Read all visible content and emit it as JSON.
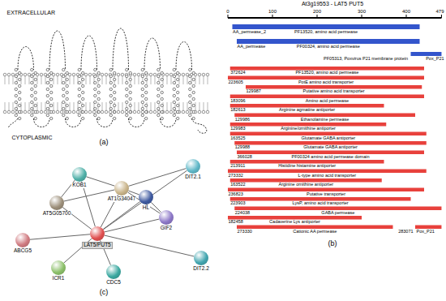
{
  "diagram": {
    "nodes": [
      {
        "text": [
          "DIT2.1"
        ]
      },
      {
        "text": [
          "KOB1"
        ]
      },
      {
        "text": [
          "AT1G34047"
        ]
      },
      {
        "text": [
          "HL"
        ]
      },
      {
        "text": [
          "AT5G05700"
        ]
      },
      {
        "text": [
          "GIF2"
        ]
      },
      {
        "text": [
          "LAT5/PUT5"
        ]
      },
      {
        "text": [
          "ABCG5"
        ]
      },
      {
        "text": [
          "DIT2.2"
        ]
      },
      {
        "text": [
          "ICR1"
        ]
      },
      {
        "text": [
          "CDC5"
        ]
      }
    ],
    "edges": [
      {
        "from": 6,
        "to": 0,
        "arrow": "none"
      },
      {
        "from": 6,
        "to": 1,
        "arrow": "none"
      },
      {
        "from": 6,
        "to": 2,
        "arrow": "none"
      },
      {
        "from": 6,
        "to": 3,
        "arrow": "none"
      },
      {
        "from": 6,
        "to": 4,
        "arrow": "none"
      },
      {
        "from": 6,
        "to": 5,
        "arrow": "none"
      },
      {
        "from": 6,
        "to": 7,
        "arrow": "none"
      },
      {
        "from": 6,
        "to": 8,
        "arrow": "none"
      },
      {
        "from": 6,
        "to": 9,
        "arrow": "none"
      },
      {
        "from": 6,
        "to": 10,
        "arrow": "none"
      },
      {
        "from": 2,
        "to": 0,
        "arrow": "none"
      },
      {
        "from": 2,
        "to": 3,
        "arrow": "none"
      },
      {
        "from": 2,
        "to": 5,
        "arrow": "none"
      },
      {
        "from": 1,
        "to": 2,
        "arrow": "none"
      },
      {
        "from": 4,
        "to": 2,
        "arrow": "none"
      },
      {
        "from": 1,
        "to": 4,
        "arrow": "none"
      },
      {
        "from": 3,
        "to": 5,
        "arrow": "none"
      }
    ],
    "labels": [
      "EXTRACELLULAR",
      "CYTOPLASMIC",
      "(a)",
      "At3g19553 - LAT5 PUT5",
      "0",
      "100",
      "200",
      "300",
      "400",
      "479",
      "AA_permease_2",
      "PF13520, amino acid permease",
      "AA_permease",
      "PF00324, amino acid permease",
      "PF05313, Poxvirus P21 membrane protein",
      "Pox_P21",
      "372624",
      "PF13520, amino acid permease",
      "223605",
      "PotE amino acid transporter",
      "129987",
      "Putative amino acid transporter",
      "183096",
      "Amino acid permease",
      "182613",
      "Arginine agmatine antiporter",
      "129986",
      "Ethanolamine permease",
      "129983",
      "Arginine/ornithine antiporter",
      "163525",
      "Glutamate GABA antiporter",
      "129988",
      "Glutamate GABA antiporter",
      "366028",
      "PF00324 amino acid permease domain",
      "213911",
      "Histidine histamine antiporter",
      "273332",
      "L-type amino acid transporter",
      "163522",
      "Arginine ornithine antiporter",
      "236823",
      "Putative transporter",
      "223903",
      "LysP, amino acid transporter",
      "224038",
      "GABA permease",
      "182458",
      "Cadaverine Lys antiporter",
      "273330",
      "Cationic AA permease",
      "283071",
      "Pox_P21",
      "(b)",
      "(c)"
    ]
  }
}
